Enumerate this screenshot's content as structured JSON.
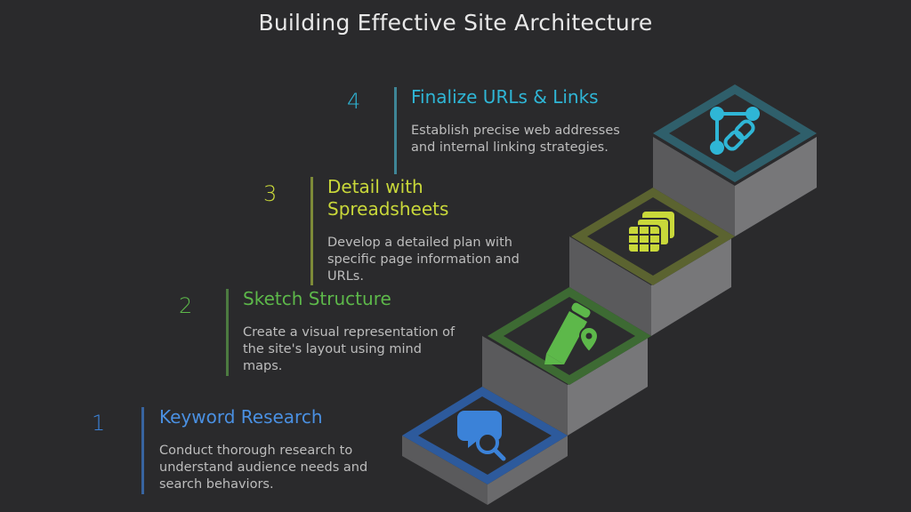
{
  "title": "Building Effective Site Architecture",
  "colors": {
    "background": "#2a2a2c",
    "step1": "#3b82d8",
    "step2": "#5db84a",
    "step3": "#c9d83a",
    "step4": "#2fb6d6"
  },
  "steps": [
    {
      "number": "1",
      "heading": "Keyword Research",
      "description": "Conduct thorough research to understand audience needs and search behaviors.",
      "icon": "chat-search-icon"
    },
    {
      "number": "2",
      "heading": "Sketch Structure",
      "description": "Create a visual representation of the site's layout using mind maps.",
      "icon": "pen-pin-icon"
    },
    {
      "number": "3",
      "heading": "Detail with Spreadsheets",
      "description": "Develop a detailed plan with specific page information and URLs.",
      "icon": "spreadsheets-icon"
    },
    {
      "number": "4",
      "heading": "Finalize URLs & Links",
      "description": "Establish precise web addresses and internal linking strategies.",
      "icon": "link-icon"
    }
  ]
}
